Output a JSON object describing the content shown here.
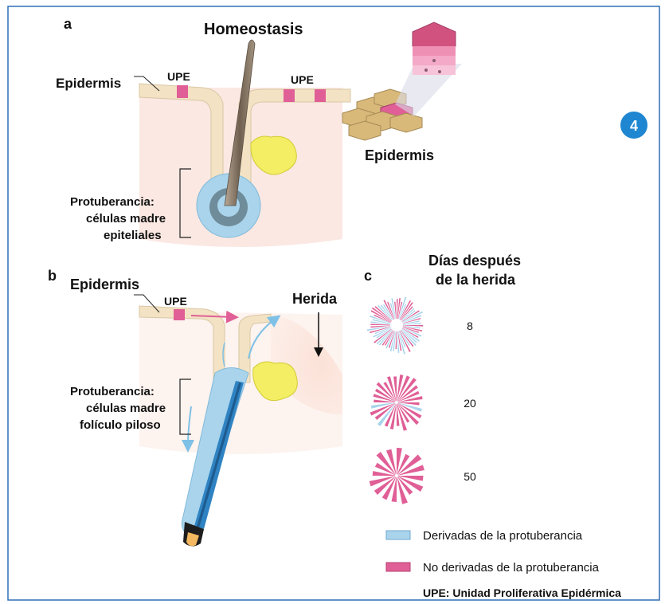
{
  "colors": {
    "frame_border": "#2f6fb5",
    "bulge_blue": "#a9d4ec",
    "non_bulge_pink": "#e05f96",
    "skin_beige": "#f3e3c4",
    "dermis_pink": "#fbe6df",
    "badge_blue": "#1f86d1",
    "gland_yellow": "#f3ee63",
    "hair_brown": "#8a7866"
  },
  "badge": {
    "number": "4"
  },
  "panel_a": {
    "letter": "a",
    "title": "Homeostasis",
    "epidermis_left": "Epidermis",
    "upe_left": "UPE",
    "upe_right": "UPE",
    "epidermis_right": "Epidermis",
    "bulge_line1": "Protuberancia:",
    "bulge_line2": "células madre",
    "bulge_line3": "epiteliales"
  },
  "panel_b": {
    "letter": "b",
    "epidermis": "Epidermis",
    "upe": "UPE",
    "wound": "Herida",
    "bulge_line1": "Protuberancia:",
    "bulge_line2": "células madre",
    "bulge_line3": "folículo piloso"
  },
  "panel_c": {
    "letter": "c",
    "title_line1": "Días después",
    "title_line2": "de la herida",
    "rows": [
      {
        "day": "8",
        "blue_fraction": 0.45
      },
      {
        "day": "20",
        "blue_fraction": 0.05
      },
      {
        "day": "50",
        "blue_fraction": 0.0
      }
    ]
  },
  "legend": {
    "bulge_derived": "Derivadas de la protuberancia",
    "non_bulge_derived": "No derivadas de la protuberancia",
    "upe_definition": "UPE: Unidad Proliferativa Epidérmica"
  }
}
